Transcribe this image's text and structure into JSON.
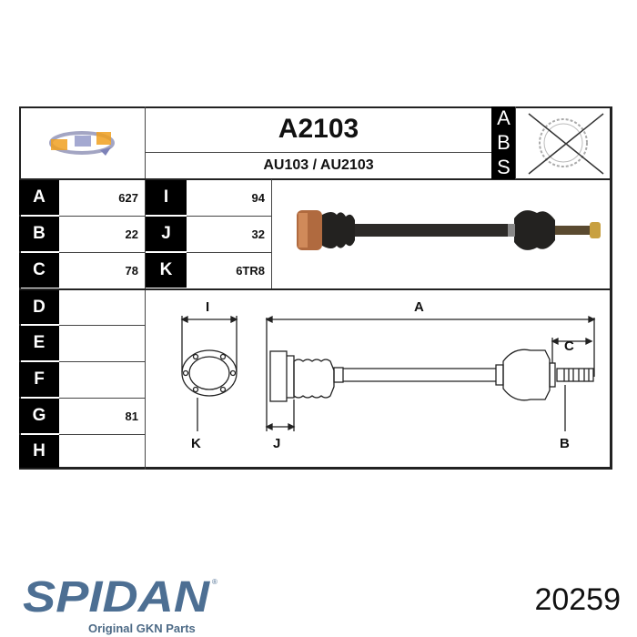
{
  "header": {
    "product_code": "A2103",
    "oe_references": "AU103 / AU2103",
    "abs_letters": [
      "A",
      "B",
      "S"
    ],
    "abs_status": "not-equipped",
    "supplier_logo": "pst-logo"
  },
  "specs_left": [
    {
      "label": "A",
      "value": "627"
    },
    {
      "label": "B",
      "value": "22"
    },
    {
      "label": "C",
      "value": "78"
    },
    {
      "label": "D",
      "value": ""
    },
    {
      "label": "E",
      "value": ""
    },
    {
      "label": "F",
      "value": ""
    },
    {
      "label": "G",
      "value": "81"
    },
    {
      "label": "H",
      "value": ""
    }
  ],
  "specs_right": [
    {
      "label": "I",
      "value": "94"
    },
    {
      "label": "J",
      "value": "32"
    },
    {
      "label": "K",
      "value": "6TR8"
    }
  ],
  "diagram": {
    "labels": {
      "I": "I",
      "K": "K",
      "J": "J",
      "A": "A",
      "C": "C",
      "B": "B"
    }
  },
  "footer": {
    "brand": "SPIDAN",
    "tagline": "Original GKN Parts",
    "part_number": "20259",
    "brand_color": "#4d6f93"
  }
}
